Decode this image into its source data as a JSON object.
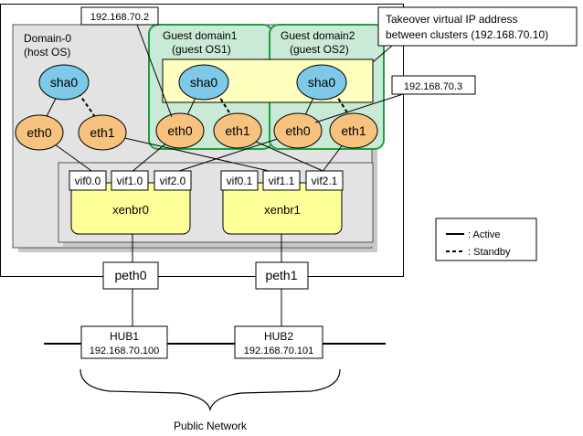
{
  "domain0": {
    "title": "Domain-0",
    "subtitle": "(host OS)"
  },
  "guest1": {
    "title": "Guest domain1",
    "subtitle": "(guest OS1)"
  },
  "guest2": {
    "title": "Guest domain2",
    "subtitle": "(guest OS2)"
  },
  "nodes": {
    "sha0": "sha0",
    "eth0": "eth0",
    "eth1": "eth1"
  },
  "vifs": {
    "vif00": "vif0.0",
    "vif10": "vif1.0",
    "vif20": "vif2.0",
    "vif01": "vif0.1",
    "vif11": "vif1.1",
    "vif21": "vif2.1"
  },
  "bridges": {
    "xenbr0": "xenbr0",
    "xenbr1": "xenbr1"
  },
  "peths": {
    "peth0": "peth0",
    "peth1": "peth1"
  },
  "hubs": {
    "hub1_name": "HUB1",
    "hub1_ip": "192.168.70.100",
    "hub2_name": "HUB2",
    "hub2_ip": "192.168.70.101"
  },
  "callouts": {
    "ip_guest1": "192.168.70.2",
    "ip_guest2": "192.168.70.3",
    "takeover_line1": "Takeover virtual IP address",
    "takeover_line2": "between clusters (192.168.70.10)"
  },
  "legend": {
    "active": ": Active",
    "standby": ": Standby"
  },
  "network_label": "Public Network",
  "colors": {
    "sha_fill": "#7ec8e8",
    "eth_fill": "#f7c27e",
    "bridge_fill": "#ffff99",
    "takeover_fill": "#ffffbf",
    "guest_fill": "#c9ead6",
    "guest_border": "#1e9e3c",
    "domain0_fill": "#e3e3e3"
  }
}
